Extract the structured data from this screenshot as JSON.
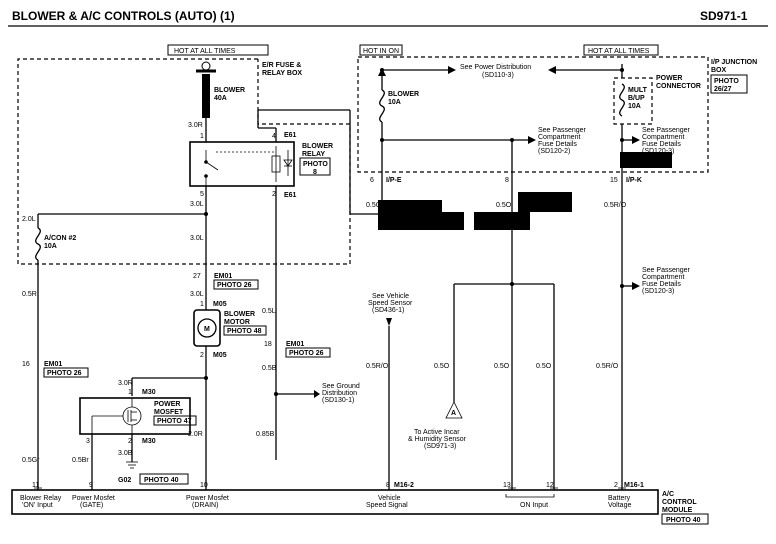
{
  "title": "BLOWER & A/C CONTROLS (AUTO) (1)",
  "page_code": "SD971-1",
  "hot_at_all_times": "HOT AT ALL TIMES",
  "hot_in_on": "HOT IN ON",
  "er_box": [
    "E/R FUSE &",
    "RELAY BOX"
  ],
  "ip_box": [
    "I/P JUNCTION",
    "BOX"
  ],
  "ip_photo": [
    "PHOTO",
    "26/27"
  ],
  "blower_fuse_er": [
    "BLOWER",
    "40A"
  ],
  "blower_fuse_ip": [
    "BLOWER",
    "10A"
  ],
  "mult_fuse": [
    "MULT",
    "B/UP",
    "10A"
  ],
  "power_connector": [
    "POWER",
    "CONNECTOR"
  ],
  "acon_fuse": [
    "A/CON #2",
    "10A"
  ],
  "blower_relay": [
    "BLOWER",
    "RELAY"
  ],
  "relay_photo": [
    "PHOTO",
    "8"
  ],
  "connector_e61": "E61",
  "see_power_dist": [
    "See Power Distribution",
    "(SD110-3)"
  ],
  "see_pass_fuse_a": [
    "See Passenger",
    "Compartment",
    "Fuse Details",
    "(SD120-2)"
  ],
  "see_pass_fuse_b": [
    "See Passenger",
    "Compartment",
    "Fuse Details",
    "(SD120-3)"
  ],
  "see_pass_fuse_c": [
    "See Passenger",
    "Compartment",
    "Fuse Details",
    "(SD120-3)"
  ],
  "see_vss": [
    "See Vehicle",
    "Speed Sensor",
    "(SD436-1)"
  ],
  "see_ground": [
    "See Ground",
    "Distribution",
    "(SD130-1)"
  ],
  "to_sensor": [
    "To Active Incar",
    "& Humidity Sensor",
    "(SD971-3)"
  ],
  "connector_ref_a": "A",
  "connector_em01": "EM01",
  "connector_m05": "M05",
  "connector_m30": "M30",
  "connector_m16_1": "M16-1",
  "connector_m16_2": "M16-2",
  "connector_ipe": "I/P-E",
  "connector_ipk": "I/P-K",
  "ground_g02": "G02",
  "photo_26": "PHOTO 26",
  "photo_48": "PHOTO 48",
  "photo_47": "PHOTO 47",
  "photo_40": "PHOTO 40",
  "blower_motor": [
    "BLOWER",
    "MOTOR"
  ],
  "power_mosfet": [
    "POWER",
    "MOSFET"
  ],
  "wire_labels": {
    "w30r": "3.0R",
    "w30l": "3.0L",
    "w20l": "2.0L",
    "w05r": "0.5R",
    "w05gr": "0.5Gr",
    "w05br": "0.5Br",
    "w20r": "2.0R",
    "w30b": "3.0B",
    "w085b": "0.85B",
    "w05l": "0.5L",
    "w05b": "0.5B",
    "w05o": "0.5O",
    "w05ro": "0.5R/O"
  },
  "pins": {
    "p1": "1",
    "p2": "2",
    "p3": "3",
    "p4": "4",
    "p5": "5",
    "p6": "6",
    "p8": "8",
    "p9": "9",
    "p10": "10",
    "p11": "11",
    "p12": "12",
    "p13": "13",
    "p15": "15",
    "p16": "16",
    "p18": "18",
    "p27": "27"
  },
  "module_inputs": {
    "blower_relay_on": [
      "Blower Relay",
      "'ON' Input"
    ],
    "mosfet_gate": [
      "Power Mosfet",
      "(GATE)"
    ],
    "mosfet_drain": [
      "Power Mosfet",
      "(DRAIN)"
    ],
    "vss": [
      "Vehicle",
      "Speed Signal"
    ],
    "on_input": "ON Input",
    "battery": [
      "Battery",
      "Voltage"
    ]
  },
  "module_name": [
    "A/C",
    "CONTROL",
    "MODULE"
  ],
  "motor_symbol": "M"
}
